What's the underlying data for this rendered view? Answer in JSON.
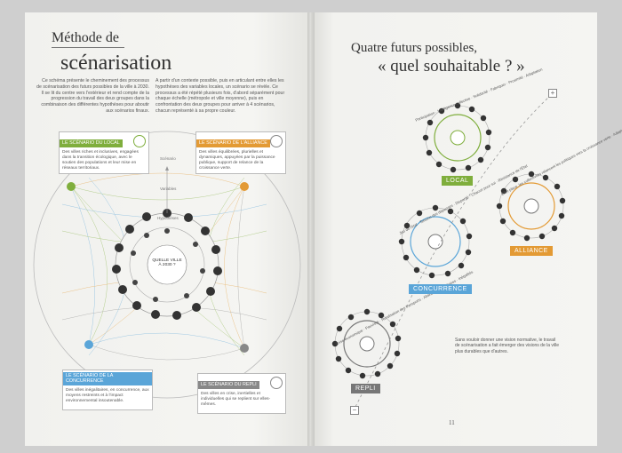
{
  "left_page": {
    "title_line1": "Méthode de",
    "title_line2": "scénarisation",
    "intro_left": "Ce schéma présente le cheminement des processus de scénarisation des futurs possibles de la ville à 2030. Il se lit du centre vers l'extérieur et rend compte de la progression du travail des deux groupes dans la combinaison des différentes hypothèses pour aboutir aux scénarios finaux.",
    "intro_right": "A partir d'un contexte possible, puis en articulant entre elles les hypothèses des variables locales, un scénario se révèle. Ce processus a été répété plusieurs fois, d'abord séparément pour chaque échelle (métropole et ville moyenne), puis en confrontation des deux groupes pour arriver à 4 scénarios, chacun représenté à sa propre couleur.",
    "center_label": "QUELLE VILLE À 2030 ?",
    "inner_labels": [
      "Hypothèses",
      "Variables",
      "Scénario"
    ],
    "scenarios": [
      {
        "label": "LE SCÉNARIO DU LOCAL",
        "desc": "Des villes riches et inclusives, engagées dans la transition écologique, avec le soutien des populations et leur mise en réseaux territoriaux.",
        "color": "#7fae3c"
      },
      {
        "label": "LE SCÉNARIO DE L'ALLIANCE",
        "desc": "Des villes équilibrées, plurielles et dynamiques, appuyées par la puissance publique, support de relance de la croissance verte.",
        "color": "#e39a34"
      },
      {
        "label": "LE SCÉNARIO DE LA CONCURRENCE",
        "desc": "Des villes inégalitaires, en concurrence, aux moyens restreints et à l'impact environnemental insoutenable.",
        "color": "#5aa5d8"
      },
      {
        "label": "LE SCÉNARIO DU REPLI",
        "desc": "Des villes en crise, inertielles et individuelles qui se replient sur elles-mêmes.",
        "color": "#888888"
      }
    ]
  },
  "right_page": {
    "title_line1": "Quatre futurs possibles,",
    "title_line2": "« quel souhaitable ? »",
    "scenario_tags": [
      {
        "label": "LOCAL",
        "color": "#7fae3c"
      },
      {
        "label": "ALLIANCE",
        "color": "#e39a34"
      },
      {
        "label": "CONCURRENCE",
        "color": "#5aa5d8"
      },
      {
        "label": "REPLI",
        "color": "#777777"
      }
    ],
    "arc_local": "Participation · Intelligence collective · Solidarité · Fabriquer · Proximité · Adaptation",
    "arc_alliance": "Effet place, les collectivités relancent les politiques vers la croissance verte · Adaptation",
    "arc_concurrence": "Jeu de l'état · Tension des dépenses · Disparité · Chacun pour soi · Résistance de l'État",
    "arc_repli": "Crise économique · Pauvreté · Ruralisation des transports · Abandon de territoires · Inégalités",
    "note": "Sans vouloir donner une vision normative, le travail de scénarisation a fait émerger des visions de la ville plus durables que d'autres.",
    "page_number": "11",
    "plus_label": "+",
    "minus_label": "−"
  }
}
